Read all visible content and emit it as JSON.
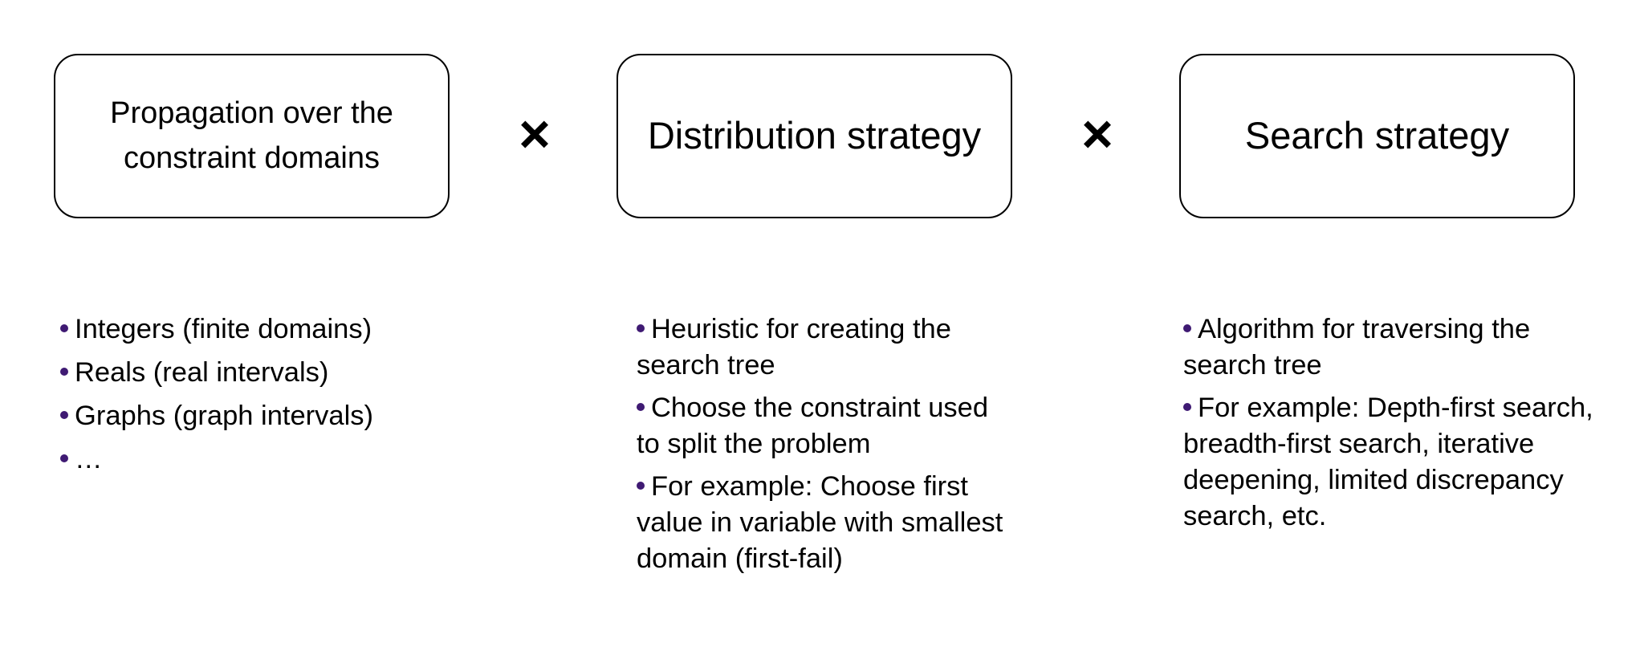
{
  "boxes": [
    {
      "text": "Propagation over the constraint domains"
    },
    {
      "text": "Distribution strategy"
    },
    {
      "text": "Search strategy"
    }
  ],
  "operators": {
    "times_1": "×",
    "times_2": "×"
  },
  "lists": {
    "propagation": [
      "Integers (finite domains)",
      "Reals (real intervals)",
      "Graphs (graph intervals)",
      "…"
    ],
    "distribution": [
      "Heuristic for creating the search tree",
      "Choose the constraint used to split the problem",
      "For example: Choose first value in variable with smallest domain (first-fail)"
    ],
    "search": [
      "Algorithm for traversing the search tree",
      "For example: Depth-first search, breadth-first search, iterative deepening, limited discrepancy search, etc."
    ]
  },
  "colors": {
    "bullet": "#3f1a73",
    "border": "#000000",
    "text": "#000000"
  }
}
